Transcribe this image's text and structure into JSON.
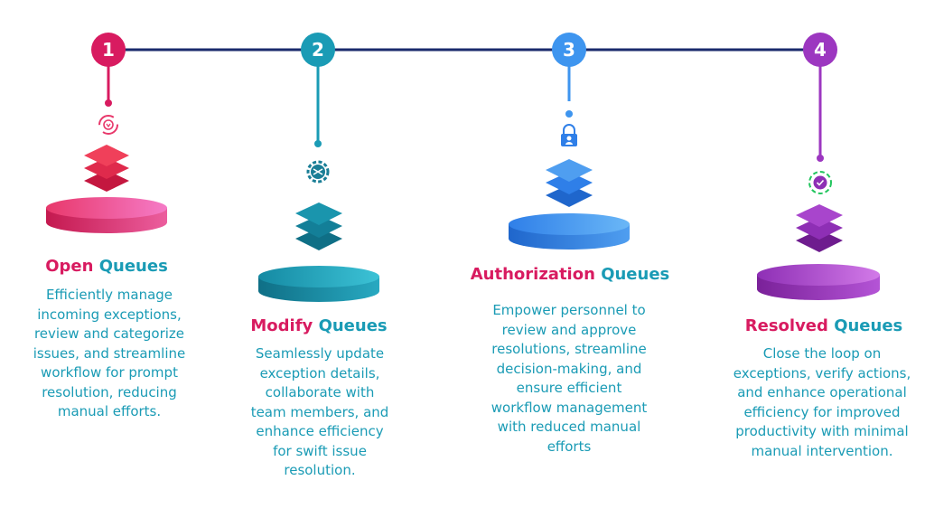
{
  "steps": [
    {
      "number": "1",
      "title_word": "Open",
      "title_suffix": "Queues",
      "description": "Efficiently manage incoming exceptions, review and categorize issues, and streamline workflow for prompt resolution, reducing manual efforts.",
      "color": "#d81b60",
      "icon": "refresh-cycle-icon"
    },
    {
      "number": "2",
      "title_word": "Modify",
      "title_suffix": "Queues",
      "description": "Seamlessly update exception details, collaborate with team members, and enhance efficiency for swift issue resolution.",
      "color": "#1a9bb5",
      "icon": "shuffle-gear-icon"
    },
    {
      "number": "3",
      "title_word": "Authorization",
      "title_suffix": "Queues",
      "description": "Empower personnel to review and approve resolutions, streamline decision-making, and ensure efficient workflow management with reduced manual efforts",
      "color": "#3e95ef",
      "icon": "user-lock-icon"
    },
    {
      "number": "4",
      "title_word": "Resolved",
      "title_suffix": "Queues",
      "description": "Close the loop on exceptions, verify actions, and enhance operational efficiency for improved productivity with minimal manual intervention.",
      "color": "#9c37c0",
      "icon": "check-badge-icon"
    }
  ],
  "colors": {
    "timeline": "#1a2a6c",
    "title_highlight": "#1a9bb5",
    "open_title": "#d81b60",
    "modify_title": "#d81b60",
    "authorization_title": "#d81b60",
    "resolved_title": "#d81b60",
    "resolved_icon_accent": "#22c55e"
  }
}
